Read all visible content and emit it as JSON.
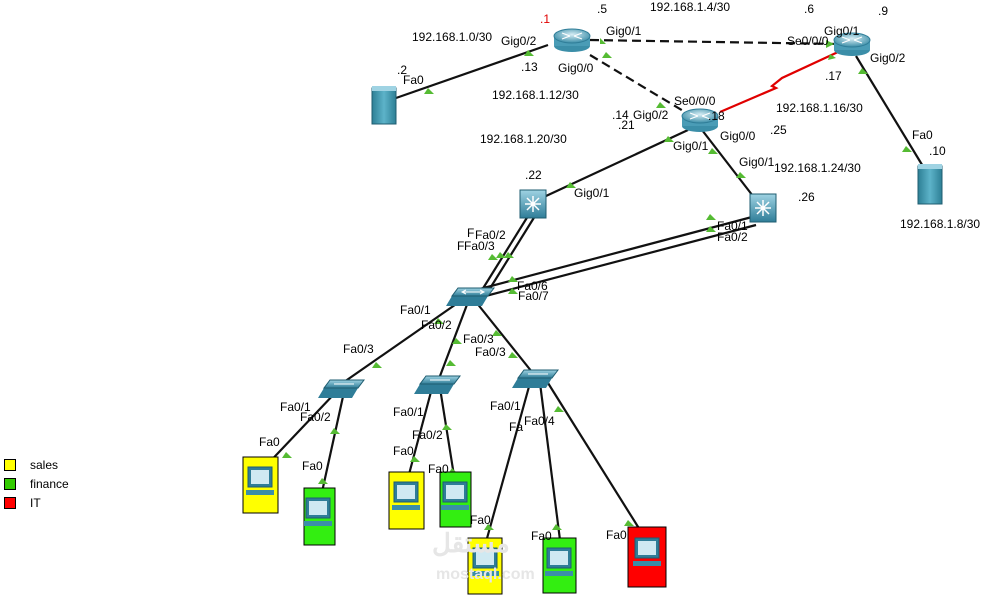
{
  "labels": {
    "r1_id": ".1",
    "r1_dot5": ".5",
    "net_1_4": "192.168.1.4/30",
    "r3_dot6": ".6",
    "r3_dot9": ".9",
    "net_1_0": "192.168.1.0/30",
    "r1_gig02": "Gig0/2",
    "r1_gig01": "Gig0/1",
    "r3_se000": "Se0/0/0",
    "r3_gig01": "Gig0/1",
    "r1_dot13": ".13",
    "r1_gig00": "Gig0/0",
    "r3_dot17": ".17",
    "r3_gig02": "Gig0/2",
    "server1_fa0": "Fa0",
    "server1_dot": ".2",
    "net_1_12": "192.168.1.12/30",
    "r2_se000": "Se0/0/0",
    "net_1_16": "192.168.1.16/30",
    "r2_dot14": ".14",
    "r2_gig02": "Gig0/2",
    "r2_dot18": ".18",
    "r2_dot21": ".21",
    "r2_dot25": ".25",
    "net_1_20": "192.168.1.20/30",
    "r2_gig01": "Gig0/1",
    "r2_gig00": "Gig0/0",
    "server2_fa0": "Fa0",
    "server2_dot10": ".10",
    "ms2_gig01": "Gig0/1",
    "net_1_24": "192.168.1.24/30",
    "ms1_dot22": ".22",
    "ms1_gig01": "Gig0/1",
    "ms2_dot26": ".26",
    "net_1_8": "192.168.1.8/30",
    "ms1_fa02": "Fa0/2",
    "ms1_fa03": "Fa0/3",
    "ms1_fa01": "F",
    "ms1_fa0x": "F",
    "ms2_fa01": "Fa0/1",
    "ms2_fa02": "Fa0/2",
    "cs_fa06": "Fa0/6",
    "cs_fa07": "Fa0/7",
    "cs_fa01": "Fa0/1",
    "cs_fa02": "Fa0/2",
    "cs_fa03": "Fa0/3",
    "sw1_fa03": "Fa0/3",
    "sw2_fa03": "Fa0/3",
    "sw1_fa01": "Fa0/1",
    "sw1_fa02": "Fa0/2",
    "sw2_fa01": "Fa0/1",
    "sw2_fa02": "Fa0/2",
    "sw3_fa01": "Fa0/1",
    "sw3_fa0x": "Fa",
    "sw3_fa04": "Fa0/4",
    "pc1_fa0": "Fa0",
    "pc2_fa0": "Fa0",
    "pc3_fa0": "Fa0",
    "pc4_fa0": "Fa0",
    "pc5_fa0": "Fa0",
    "pc6_fa0": "Fa0",
    "pc7_fa0": "Fa0"
  },
  "legend": [
    {
      "label": "sales",
      "color": "#ffff00"
    },
    {
      "label": "finance",
      "color": "#33cc00"
    },
    {
      "label": "IT",
      "color": "#ff0000"
    }
  ],
  "colors": {
    "sales": "#ffff00",
    "finance": "#33ee11",
    "it": "#ff0000",
    "device": "#3d8fa8",
    "link": "#111111",
    "serial": "#e00000",
    "port_dot": "#55bb33"
  },
  "watermark": {
    "main": "مستقل",
    "sub": "mostaql.com"
  }
}
